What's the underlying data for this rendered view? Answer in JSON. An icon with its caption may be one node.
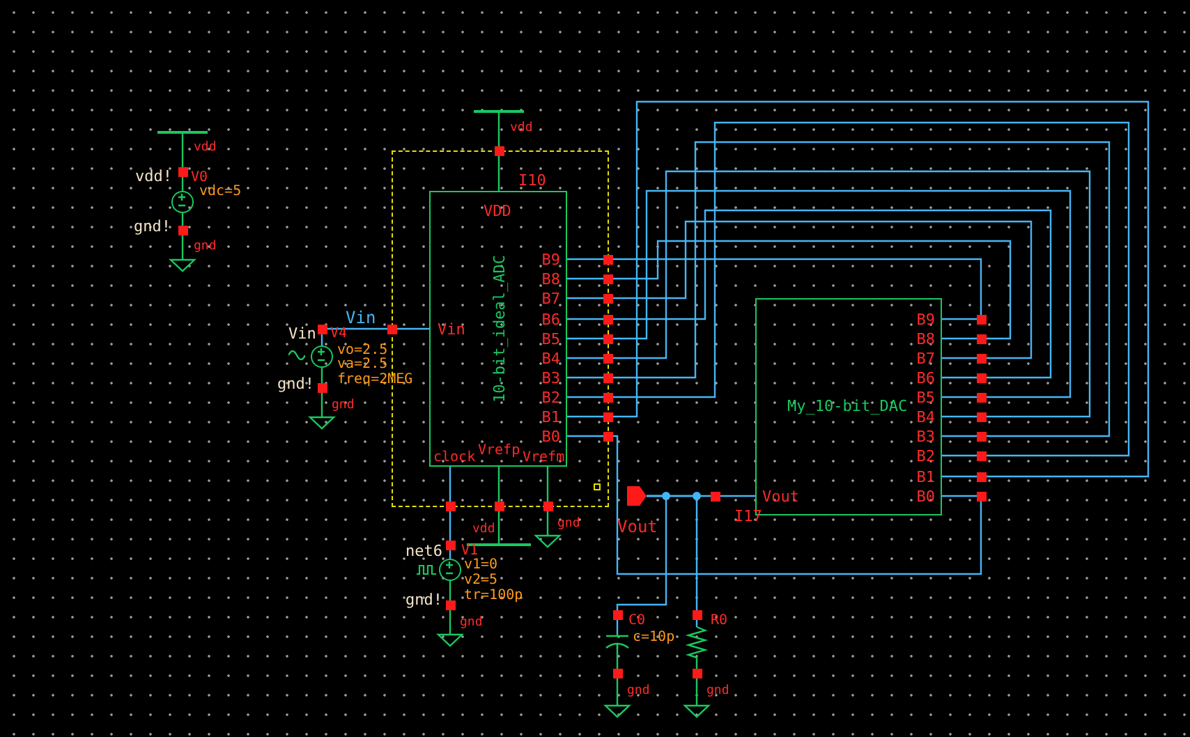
{
  "diagram": {
    "nodes": [
      {
        "text": [],
        "shape": "circle",
        "beside": [
          "V0",
          "vdc=5"
        ]
      },
      {
        "text": [],
        "shape": "bar"
      },
      {
        "text": [],
        "shape": "triangle"
      },
      {
        "text": [],
        "shape": "circle",
        "beside": [
          "V4",
          "vo=2.5",
          "va=2.5",
          "freq=2MEG"
        ]
      },
      {
        "text": [],
        "shape": "triangle"
      },
      {
        "text": [
          "VDD",
          "Vin",
          "B9",
          "B8",
          "B7",
          "B6",
          "B5",
          "B4",
          "B3",
          "B2",
          "B1",
          "B0",
          "clock",
          "Vrefp",
          "Vrefm",
          "10-bit_ideal_ADC"
        ],
        "beside": [
          "I10"
        ]
      },
      {
        "text": [],
        "shape": "bar"
      },
      {
        "text": [],
        "shape": "circle",
        "beside": [
          "V1",
          "v1=0",
          "v2=5",
          "tr=100p"
        ]
      },
      {
        "text": [],
        "shape": "bar"
      },
      {
        "text": [],
        "shape": "triangle"
      },
      {
        "text": [],
        "shape": "triangle"
      },
      {
        "text": [
          "B9",
          "B8",
          "B7",
          "B6",
          "B5",
          "B4",
          "B3",
          "B2",
          "B1",
          "B0",
          "My_10-bit_DAC",
          "Vout"
        ],
        "beside": [
          "I17"
        ]
      },
      {
        "text": [],
        "shape": "pentagon",
        "beside": [
          "Vout"
        ]
      },
      {
        "text": [],
        "shape": "capacitor",
        "beside": [
          "C0",
          "c=10p"
        ]
      },
      {
        "text": [],
        "shape": "resistor",
        "beside": [
          "R0"
        ]
      },
      {
        "text": [],
        "shape": "triangle"
      },
      {
        "text": [],
        "shape": "triangle"
      }
    ],
    "edges": [
      {
        "from": 1,
        "to": 0,
        "arrow": "none",
        "color": "#19c860"
      },
      {
        "from": 0,
        "to": 2,
        "arrow": "none",
        "color": "#19c860"
      },
      {
        "from": 3,
        "to": 5,
        "arrow": "none",
        "label": "Vin"
      },
      {
        "from": 3,
        "to": 4,
        "arrow": "none",
        "color": "#19c860"
      },
      {
        "from": 6,
        "to": 5,
        "arrow": "none",
        "color": "#19c860"
      },
      {
        "from": 5,
        "to": 11,
        "arrow": "none"
      },
      {
        "from": 5,
        "to": 11,
        "arrow": "none"
      },
      {
        "from": 5,
        "to": 11,
        "arrow": "none"
      },
      {
        "from": 5,
        "to": 11,
        "arrow": "none"
      },
      {
        "from": 5,
        "to": 11,
        "arrow": "none"
      },
      {
        "from": 5,
        "to": 11,
        "arrow": "none"
      },
      {
        "from": 5,
        "to": 11,
        "arrow": "none"
      },
      {
        "from": 5,
        "to": 11,
        "arrow": "none"
      },
      {
        "from": 5,
        "to": 11,
        "arrow": "none"
      },
      {
        "from": 5,
        "to": 11,
        "arrow": "none"
      },
      {
        "from": 5,
        "to": 7,
        "arrow": "none"
      },
      {
        "from": 5,
        "to": 8,
        "arrow": "none",
        "color": "#19c860"
      },
      {
        "from": 5,
        "to": 9,
        "arrow": "none",
        "color": "#19c860"
      },
      {
        "from": 7,
        "to": 10,
        "arrow": "none",
        "color": "#19c860"
      },
      {
        "from": 12,
        "to": 11,
        "arrow": "none"
      },
      {
        "from": 12,
        "to": 13,
        "arrow": "none"
      },
      {
        "from": 12,
        "to": 14,
        "arrow": "none"
      },
      {
        "from": 13,
        "to": 15,
        "arrow": "none",
        "color": "#19c860"
      },
      {
        "from": 14,
        "to": 16,
        "arrow": "none",
        "color": "#19c860"
      }
    ],
    "labels": [
      "vdd",
      "vdd!",
      "gnd!",
      "gnd",
      "Vin",
      "gnd!",
      "gnd",
      "vdd",
      "net6",
      "vdd",
      "gnd",
      "gnd!",
      "gnd",
      "gnd",
      "gnd"
    ]
  }
}
